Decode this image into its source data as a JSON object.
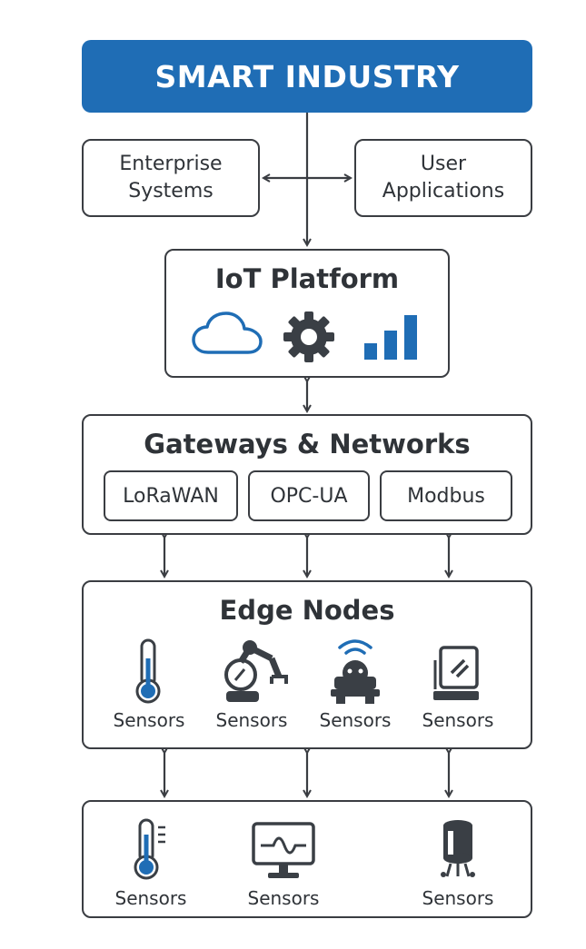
{
  "title": "SMART INDUSTRY",
  "enterprise": {
    "line1": "Enterprise",
    "line2": "Systems"
  },
  "user_apps": {
    "line1": "User",
    "line2": "Applications"
  },
  "platform": {
    "title": "IoT Platform",
    "icons": [
      "cloud-icon",
      "gear-icon",
      "signal-bars-icon"
    ]
  },
  "gateways": {
    "title": "Gateways & Networks",
    "protocols": [
      "LoRaWAN",
      "OPC-UA",
      "Modbus"
    ]
  },
  "edge": {
    "title": "Edge Nodes",
    "nodes": [
      {
        "label": "Sensors",
        "icon": "thermometer-icon"
      },
      {
        "label": "Sensors",
        "icon": "robot-arm-icon"
      },
      {
        "label": "Sensors",
        "icon": "wireless-robot-icon"
      },
      {
        "label": "Sensors",
        "icon": "device-panel-icon"
      }
    ]
  },
  "field": {
    "nodes": [
      {
        "label": "Sensors",
        "icon": "thermometer-gauge-icon"
      },
      {
        "label": "Sensors",
        "icon": "monitor-waveform-icon"
      },
      {
        "label": "Sensors",
        "icon": "cylinder-actuator-icon"
      }
    ]
  },
  "colors": {
    "accent": "#1f6db5",
    "stroke": "#3a3d42",
    "icon_dark": "#3a3f45"
  }
}
